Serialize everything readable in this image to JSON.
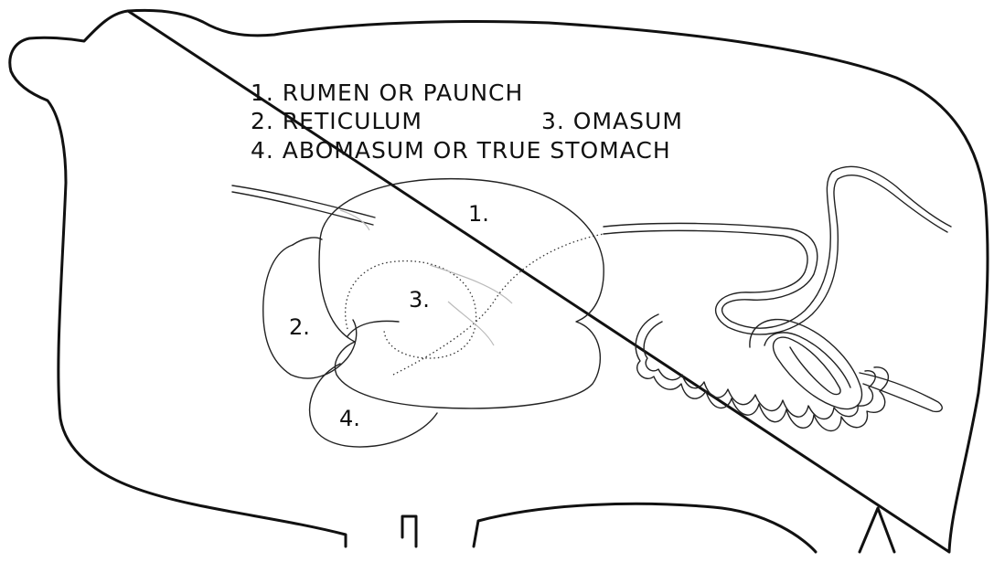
{
  "legend": {
    "line1": "1. RUMEN OR PAUNCH",
    "line2": "2. RETICULUM",
    "line2b": "3. OMASUM",
    "line3": "4. ABOMASUM OR TRUE STOMACH"
  },
  "labels": {
    "rumen": "1.",
    "reticulum": "2.",
    "omasum": "3.",
    "abomasum": "4."
  }
}
